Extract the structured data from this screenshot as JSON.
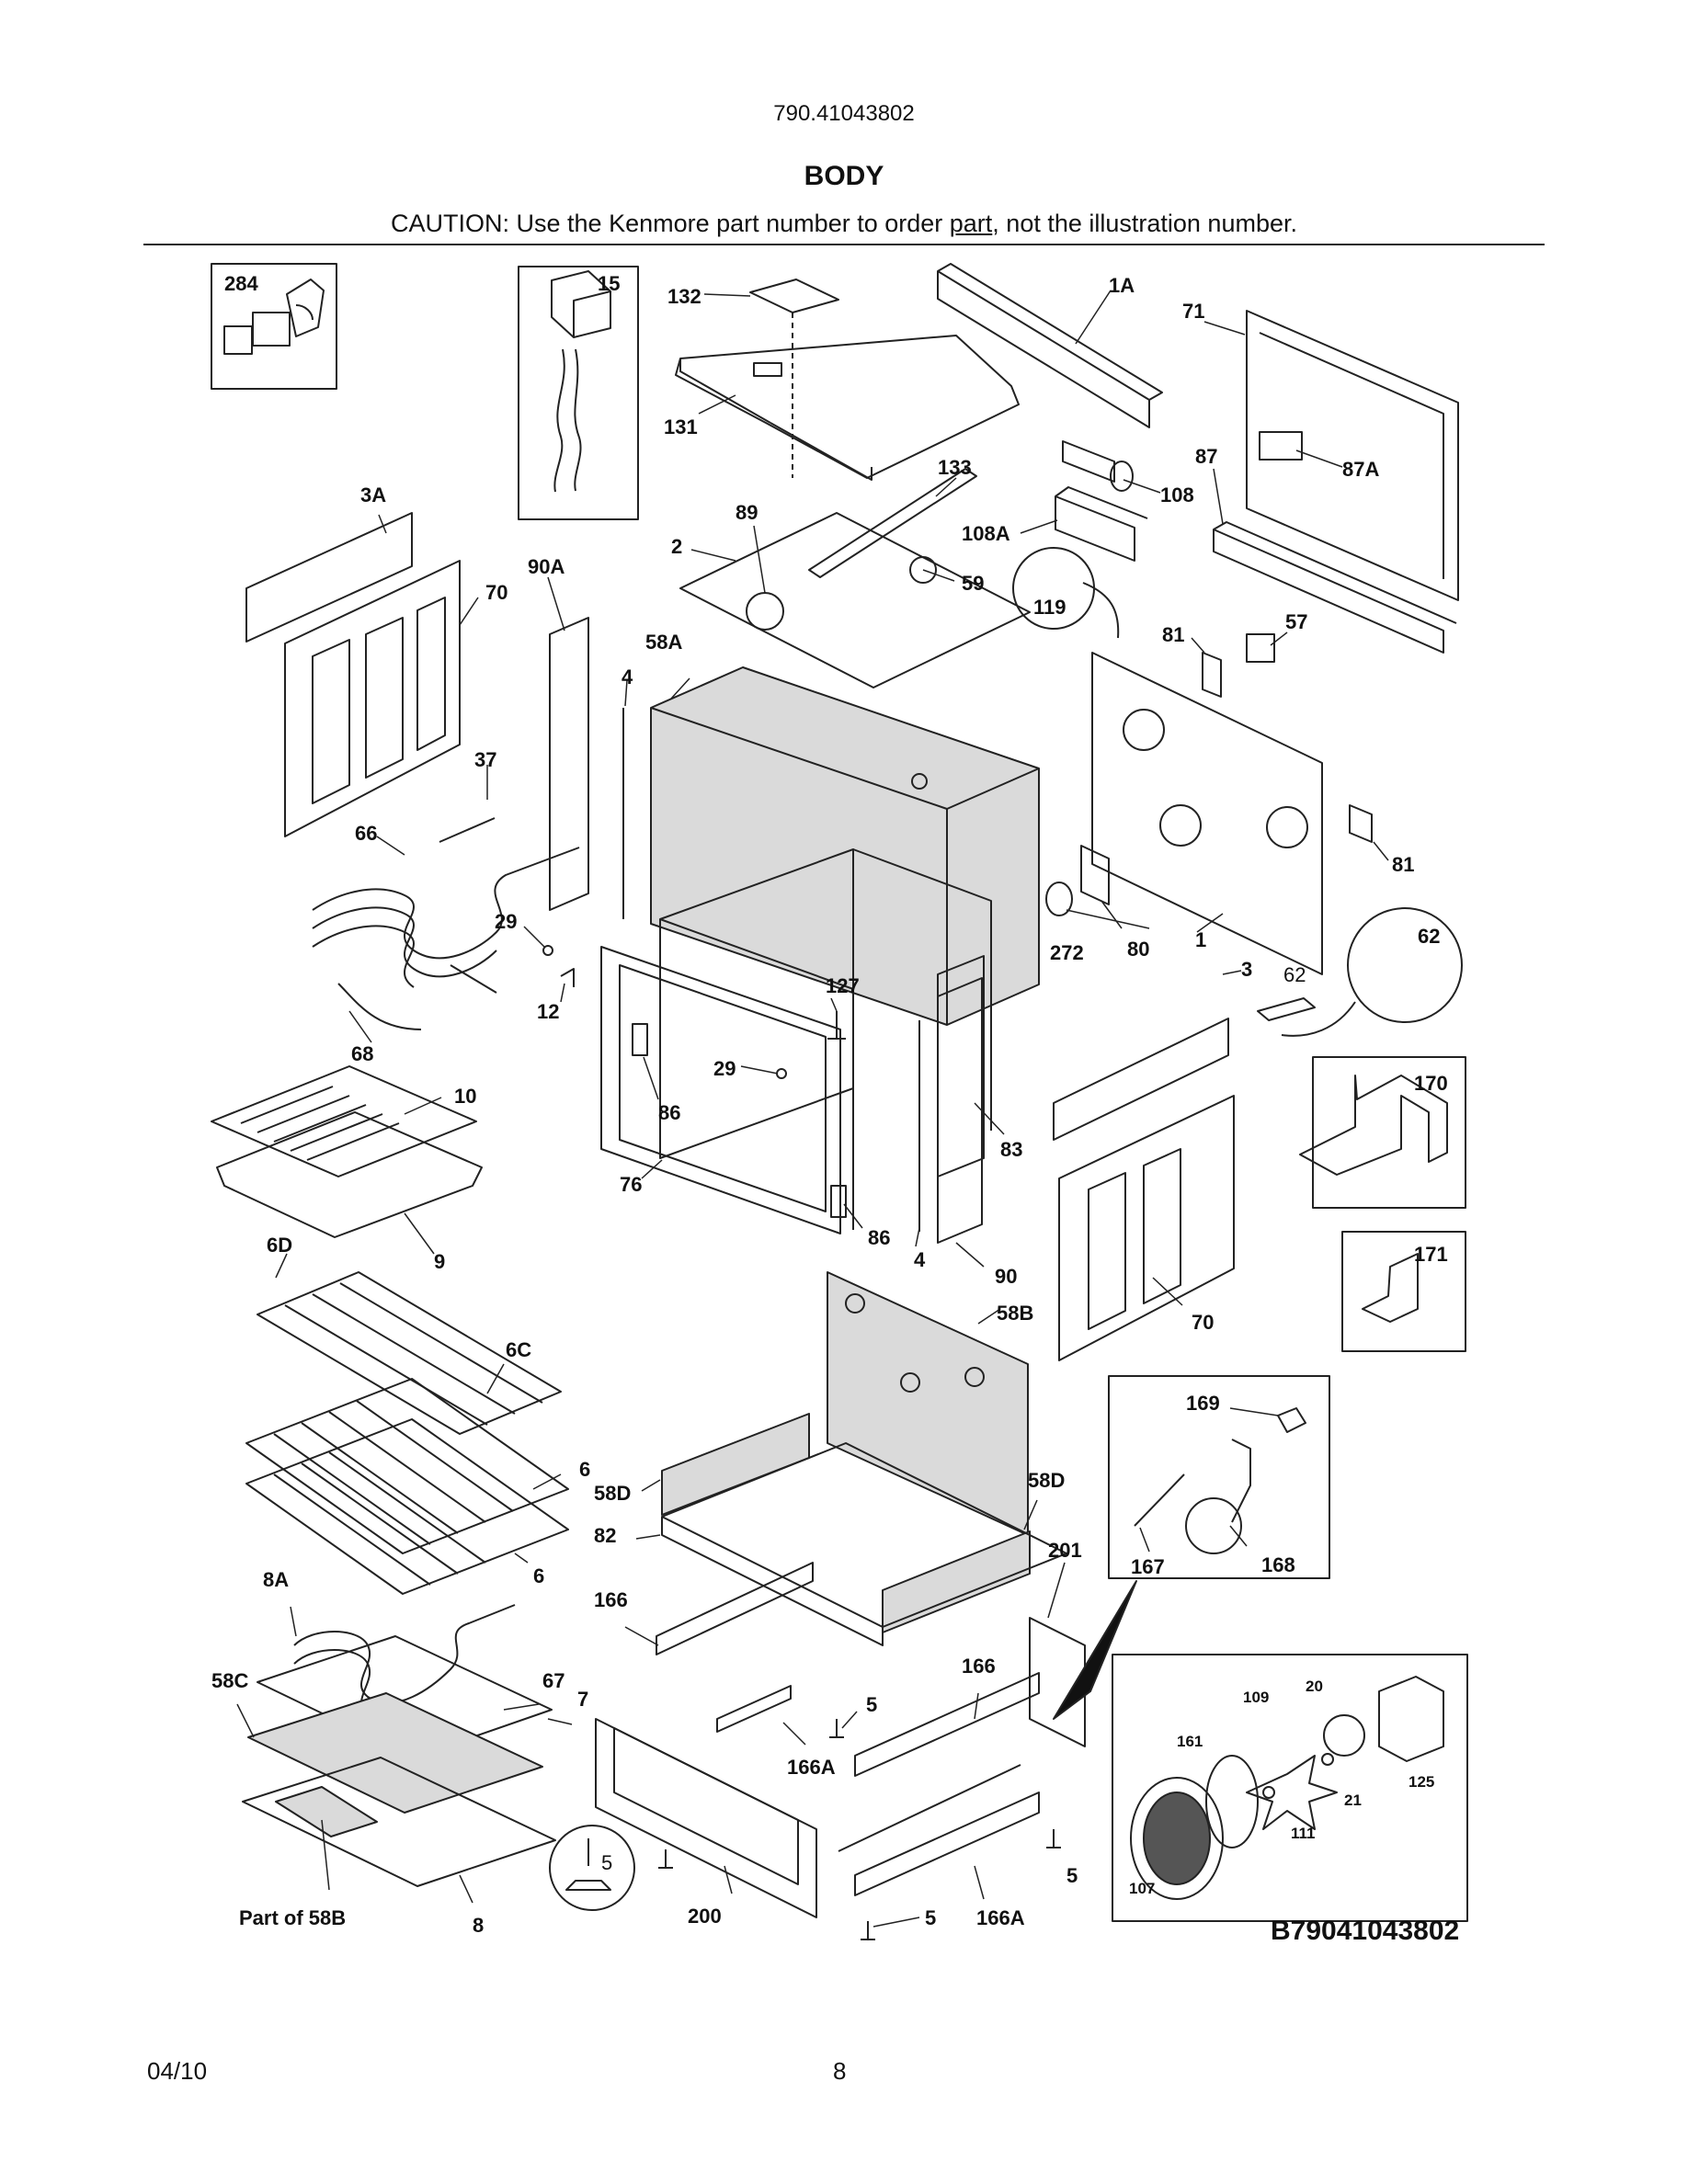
{
  "header": {
    "model_number": "790.41043802",
    "section_title": "BODY",
    "caution_prefix": "CAUTION: Use the Kenmore part number to order ",
    "caution_link": "part",
    "caution_suffix": ", not the illustration number."
  },
  "diagram": {
    "drawing_id": "B79041043802",
    "callouts": [
      {
        "id": "c284",
        "text": "284"
      },
      {
        "id": "c15",
        "text": "15"
      },
      {
        "id": "c132",
        "text": "132"
      },
      {
        "id": "c1A",
        "text": "1A"
      },
      {
        "id": "c71",
        "text": "71"
      },
      {
        "id": "c131",
        "text": "131"
      },
      {
        "id": "c133",
        "text": "133"
      },
      {
        "id": "c87",
        "text": "87"
      },
      {
        "id": "c87A",
        "text": "87A"
      },
      {
        "id": "c108",
        "text": "108"
      },
      {
        "id": "c108A",
        "text": "108A"
      },
      {
        "id": "c3A",
        "text": "3A"
      },
      {
        "id": "c89",
        "text": "89"
      },
      {
        "id": "c2",
        "text": "2"
      },
      {
        "id": "c59",
        "text": "59"
      },
      {
        "id": "c119",
        "text": "119"
      },
      {
        "id": "c90A",
        "text": "90A"
      },
      {
        "id": "c70a",
        "text": "70"
      },
      {
        "id": "c58A",
        "text": "58A"
      },
      {
        "id": "c81a",
        "text": "81"
      },
      {
        "id": "c57",
        "text": "57"
      },
      {
        "id": "c4a",
        "text": "4"
      },
      {
        "id": "c37",
        "text": "37"
      },
      {
        "id": "c66",
        "text": "66"
      },
      {
        "id": "c81b",
        "text": "81"
      },
      {
        "id": "c29a",
        "text": "29"
      },
      {
        "id": "c62a",
        "text": "62"
      },
      {
        "id": "c272",
        "text": "272"
      },
      {
        "id": "c80",
        "text": "80"
      },
      {
        "id": "c1",
        "text": "1"
      },
      {
        "id": "c12",
        "text": "12"
      },
      {
        "id": "c3",
        "text": "3"
      },
      {
        "id": "c62b",
        "text": "62"
      },
      {
        "id": "c127",
        "text": "127"
      },
      {
        "id": "c68",
        "text": "68"
      },
      {
        "id": "c29b",
        "text": "29"
      },
      {
        "id": "c170",
        "text": "170"
      },
      {
        "id": "c10",
        "text": "10"
      },
      {
        "id": "c86a",
        "text": "86"
      },
      {
        "id": "c83",
        "text": "83"
      },
      {
        "id": "c76",
        "text": "76"
      },
      {
        "id": "c9",
        "text": "9"
      },
      {
        "id": "c6D",
        "text": "6D"
      },
      {
        "id": "c86b",
        "text": "86"
      },
      {
        "id": "c4b",
        "text": "4"
      },
      {
        "id": "c90",
        "text": "90"
      },
      {
        "id": "c171",
        "text": "171"
      },
      {
        "id": "c58B",
        "text": "58B"
      },
      {
        "id": "c70b",
        "text": "70"
      },
      {
        "id": "c6C",
        "text": "6C"
      },
      {
        "id": "c169",
        "text": "169"
      },
      {
        "id": "c6a",
        "text": "6"
      },
      {
        "id": "c58Da",
        "text": "58D"
      },
      {
        "id": "c58Db",
        "text": "58D"
      },
      {
        "id": "c82",
        "text": "82"
      },
      {
        "id": "c6b",
        "text": "6"
      },
      {
        "id": "c167",
        "text": "167"
      },
      {
        "id": "c168",
        "text": "168"
      },
      {
        "id": "c201",
        "text": "201"
      },
      {
        "id": "c8A",
        "text": "8A"
      },
      {
        "id": "c166a",
        "text": "166"
      },
      {
        "id": "c58C",
        "text": "58C"
      },
      {
        "id": "c67",
        "text": "67"
      },
      {
        "id": "c7",
        "text": "7"
      },
      {
        "id": "c166b",
        "text": "166"
      },
      {
        "id": "c5a",
        "text": "5"
      },
      {
        "id": "c166Aa",
        "text": "166A"
      },
      {
        "id": "c109",
        "text": "109"
      },
      {
        "id": "c20",
        "text": "20"
      },
      {
        "id": "c161",
        "text": "161"
      },
      {
        "id": "c125",
        "text": "125"
      },
      {
        "id": "c21",
        "text": "21"
      },
      {
        "id": "c111",
        "text": "111"
      },
      {
        "id": "c107",
        "text": "107"
      },
      {
        "id": "c5b",
        "text": "5"
      },
      {
        "id": "c5c",
        "text": "5"
      },
      {
        "id": "c5d",
        "text": "5"
      },
      {
        "id": "cPart58B",
        "text": "Part of 58B"
      },
      {
        "id": "c8",
        "text": "8"
      },
      {
        "id": "c200",
        "text": "200"
      },
      {
        "id": "c166Ab",
        "text": "166A"
      }
    ]
  },
  "footer": {
    "date": "04/10",
    "page": "8"
  }
}
